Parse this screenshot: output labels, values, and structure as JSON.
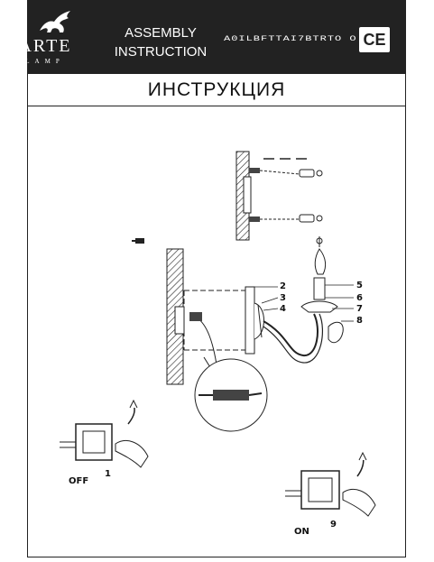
{
  "header": {
    "brand": "ARTE",
    "brand_sub": "LAMP",
    "assembly_line1": "ASSEMBLY",
    "assembly_line2": "INSTRUCTION",
    "model_code": "A0ILBFTTAI7BTRTO O",
    "ce_mark": "CE",
    "logo_icon": "griffin-icon",
    "background": "#222222"
  },
  "title": "ИНСТРУКЦИЯ",
  "diagram": {
    "part_numbers": [
      "2",
      "3",
      "4",
      "5",
      "6",
      "7",
      "8"
    ],
    "switch_off_label": "OFF",
    "switch_off_step": "1",
    "switch_on_label": "ON",
    "switch_on_step": "9"
  }
}
